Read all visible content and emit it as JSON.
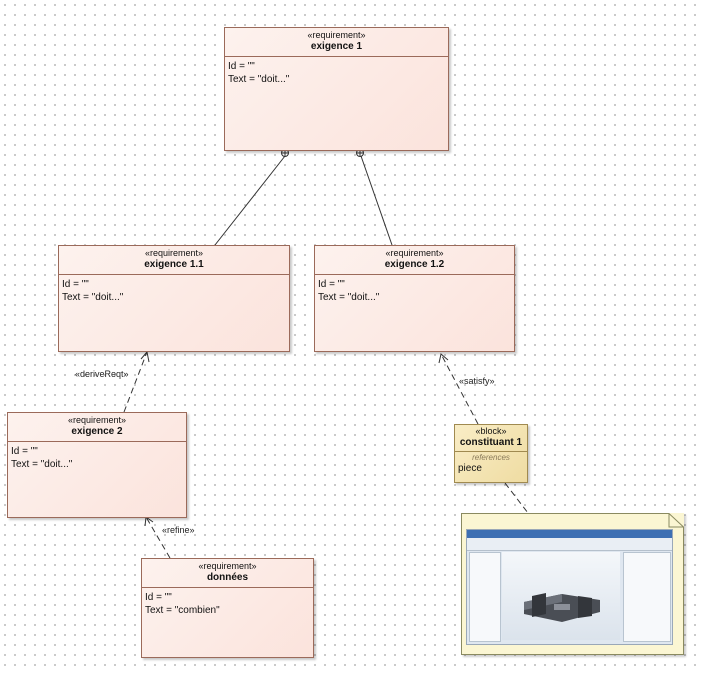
{
  "requirements": {
    "exigence_1": {
      "stereotype": "«requirement»",
      "name": "exigence 1",
      "id": "Id = \"\"",
      "text": "Text = \"doit...\""
    },
    "exigence_1_1": {
      "stereotype": "«requirement»",
      "name": "exigence 1.1",
      "id": "Id = \"\"",
      "text": "Text = \"doit...\""
    },
    "exigence_1_2": {
      "stereotype": "«requirement»",
      "name": "exigence 1.2",
      "id": "Id = \"\"",
      "text": "Text = \"doit...\""
    },
    "exigence_2": {
      "stereotype": "«requirement»",
      "name": "exigence 2",
      "id": "Id = \"\"",
      "text": "Text = \"doit...\""
    },
    "donnees": {
      "stereotype": "«requirement»",
      "name": "données",
      "id": "Id = \"\"",
      "text": "Text = \"combien\""
    }
  },
  "block": {
    "stereotype": "«block»",
    "name": "constituant 1",
    "section": "references",
    "part": "piece"
  },
  "relations": {
    "derive": "«deriveReqt»",
    "satisfy": "«satisfy»",
    "refine": "«refine»"
  },
  "note": {
    "image": "CAD software screenshot of a part model"
  },
  "colors": {
    "requirement_fill": "#fbe3dc",
    "requirement_border": "#9b6a5a",
    "block_fill": "#efdca2",
    "note_fill": "#fbf6d3",
    "line": "#333333"
  }
}
